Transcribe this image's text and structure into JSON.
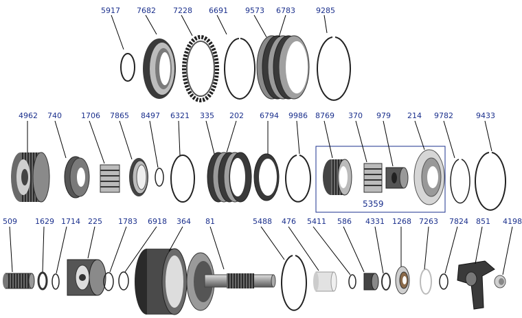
{
  "colors": {
    "label": "#1a2f8c",
    "leader": "#000000",
    "kit_border": "#1a2f8c",
    "part_dark": "#3a3a3a",
    "part_mid": "#8a8a8a",
    "part_light": "#d0d0d0"
  },
  "kit_box_label": "5359",
  "labels": {
    "r1": [
      "5917",
      "7682",
      "7228",
      "6691",
      "9573",
      "6783",
      "9285"
    ],
    "r2": [
      "4962",
      "740",
      "1706",
      "7865",
      "8497",
      "6321",
      "335",
      "202",
      "6794",
      "9986",
      "8769",
      "370",
      "979",
      "214",
      "9782",
      "9433"
    ],
    "r3": [
      "509",
      "1629",
      "1714",
      "225",
      "1783",
      "6918",
      "364",
      "81",
      "5488",
      "476",
      "5411",
      "586",
      "4331",
      "1268",
      "7263",
      "7824",
      "851",
      "4198"
    ]
  }
}
